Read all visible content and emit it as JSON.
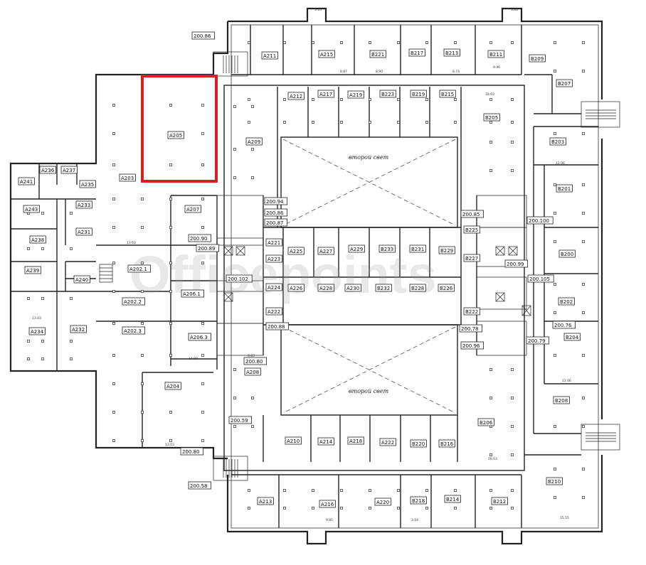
{
  "watermark": "Officepoints",
  "atrium_labels": {
    "upper": "второй свет",
    "lower": "второй свет"
  },
  "rooms": {
    "A211": "A211",
    "A215": "A215",
    "B221": "B221",
    "B217": "B217",
    "B213": "B213",
    "B211": "B211",
    "B209": "B209",
    "B207": "B207",
    "A212": "A212",
    "A217": "A217",
    "A219": "A219",
    "B223": "B223",
    "B219": "B219",
    "B215": "B215",
    "B205": "B205",
    "A209": "A209",
    "B203": "B203",
    "B201": "B201",
    "A205": "A205",
    "A203": "A203",
    "A207": "A207",
    "A236": "A236",
    "A237": "A237",
    "A241": "A241",
    "A235": "A235",
    "A233": "A233",
    "A243": "A243",
    "A231": "A231",
    "A238": "A238",
    "A239": "A239",
    "A240": "A240",
    "A202_1": "A202.1",
    "A202_2": "A202.2",
    "A202_3": "A202.3",
    "A206_1": "A206.1",
    "A206_3": "A206.3",
    "A234": "A234",
    "A232": "A232",
    "A204": "A204",
    "A208": "A208",
    "A221": "A221",
    "A223": "A223",
    "A225": "A225",
    "A227": "A227",
    "A229": "A229",
    "B233": "B233",
    "B231": "B231",
    "B229": "B229",
    "B225": "B225",
    "B227": "B227",
    "A226": "A226",
    "A228": "A228",
    "A230": "A230",
    "B232": "B232",
    "B228": "B228",
    "B226": "B226",
    "B222": "B222",
    "A222": "A222",
    "A224": "A224",
    "B200": "B200",
    "B202": "B202",
    "B204": "B204",
    "B206": "B206",
    "B208": "B208",
    "B210": "B210",
    "A210": "A210",
    "A214": "A214",
    "A218": "A218",
    "A222b": "A222",
    "B220": "B220",
    "B216": "B216",
    "A216": "A216",
    "A220": "A220",
    "B218": "B218",
    "B214": "B214",
    "B212": "B212",
    "A213": "A213",
    "r200_86a": "200.86",
    "r200_94": "200.94",
    "r200_86b": "200.86",
    "r200_87": "200.87",
    "r200_90": "200.90",
    "r200_89": "200.89",
    "r200_102": "200.102",
    "r200_88": "200.88",
    "r200_80": "200.80",
    "r200_59": "200.59",
    "r200_80b": "200.80",
    "r200_58": "200.58",
    "r200_85": "200.85",
    "r200_100": "200.100",
    "r200_99": "200.99",
    "r200_105": "200.105",
    "r200_78": "200.78",
    "r200_76": "200.76",
    "r200_96": "200.96",
    "r200_79": "200.79"
  }
}
